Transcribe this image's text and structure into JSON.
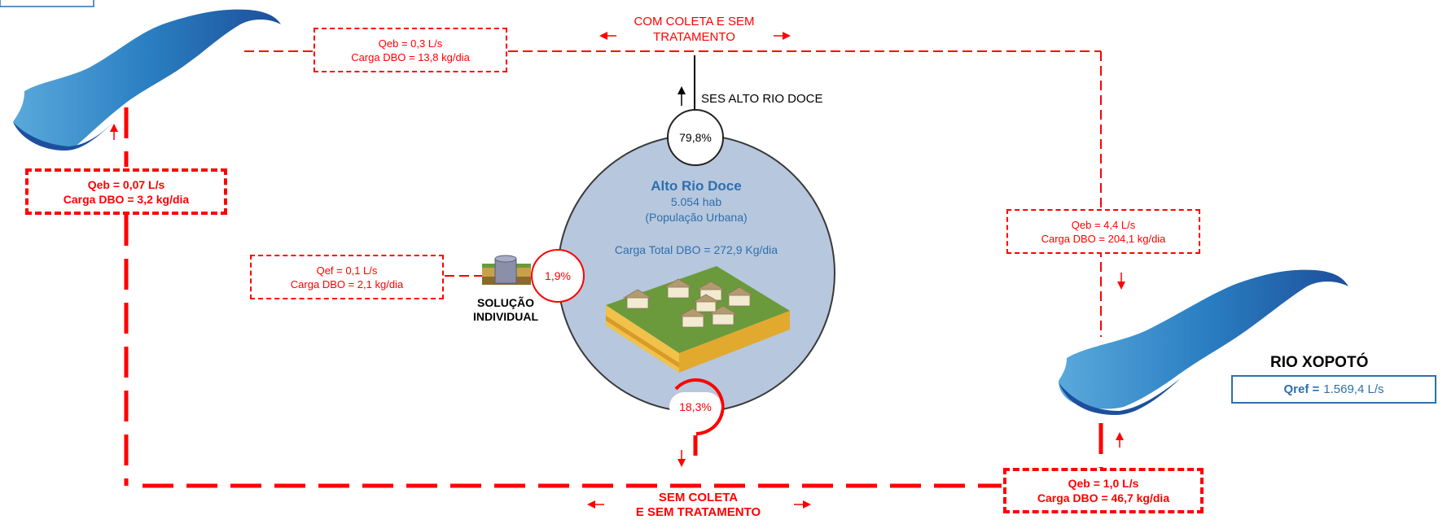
{
  "top_left_box": {
    "line1": "Qeb = 0,3 L/s",
    "line2": "Carga DBO = 13,8 kg/dia"
  },
  "top_label": {
    "line1": "COM COLETA E SEM",
    "line2": "TRATAMENTO"
  },
  "ses_label": "SES ALTO RIO DOCE",
  "pct_collected": "79,8%",
  "pct_individual": "1,9%",
  "pct_no_collection": "18,3%",
  "city": {
    "name": "Alto Rio Doce",
    "population": "5.054 hab",
    "population_note": "(População Urbana)",
    "total_load": "Carga Total DBO = 272,9 Kg/dia"
  },
  "left_box": {
    "line1": "Qeb = 0,07 L/s",
    "line2": "Carga DBO = 3,2 kg/dia"
  },
  "individual_box": {
    "line1": "Qef = 0,1 L/s",
    "line2": "Carga DBO = 2,1 kg/dia"
  },
  "individual_label": {
    "line1": "SOLUÇÃO",
    "line2": "INDIVIDUAL"
  },
  "right_box": {
    "line1": "Qeb = 4,4 L/s",
    "line2": "Carga DBO = 204,1 kg/dia"
  },
  "bottom_right_box": {
    "line1": "Qeb = 1,0 L/s",
    "line2": "Carga DBO = 46,7 kg/dia"
  },
  "bottom_label": {
    "line1": "SEM COLETA",
    "line2": "E SEM TRATAMENTO"
  },
  "river": {
    "name": "RIO XOPOTÓ",
    "qref_label": "Qref =",
    "qref_value": "1.569,4 L/s"
  },
  "colors": {
    "accent_red": "#ff0000",
    "city_blue": "#2e6fad",
    "circle_fill": "#b7c7dd"
  }
}
